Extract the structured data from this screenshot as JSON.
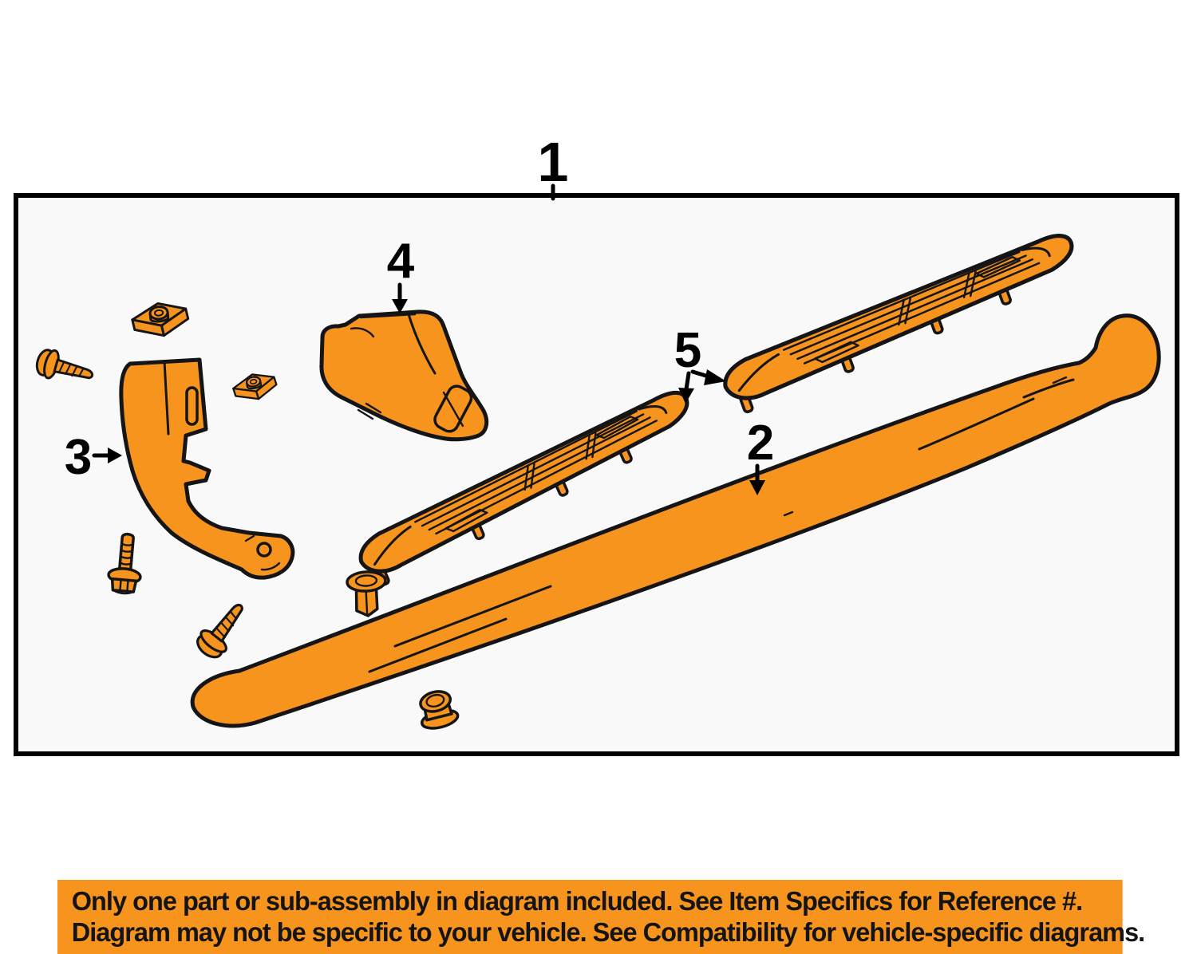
{
  "colors": {
    "page": "#ffffff",
    "canvas": "#f9f9f9",
    "border": "#000000",
    "part": "#F7941E",
    "ink": "#151515",
    "accent": "#F7941E",
    "banner_text": "#141414"
  },
  "diagram": {
    "labels": {
      "n1": "1",
      "n2": "2",
      "n3": "3",
      "n4": "4",
      "n5": "5"
    }
  },
  "banner": {
    "line1": "Only one part or sub-assembly in diagram included. See Item Specifics for Reference #.",
    "line2": "Diagram may not be specific to your vehicle. See Compatibility for vehicle-specific diagrams."
  }
}
